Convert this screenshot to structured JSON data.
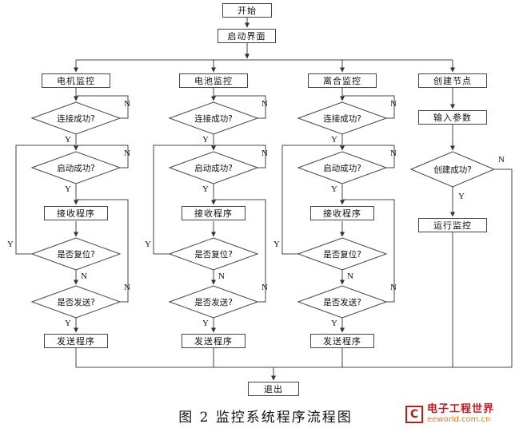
{
  "flow": {
    "start": "开始",
    "splash": "启动界面",
    "exit": "退出",
    "labels": {
      "yes": "Y",
      "no": "N"
    },
    "columns": [
      {
        "title": "电机监控",
        "connect": "连接成功?",
        "launch": "启动成功?",
        "receive": "接收程序",
        "reset": "是否复位?",
        "send_q": "是否发送?",
        "send": "发送程序"
      },
      {
        "title": "电池监控",
        "connect": "连接成功?",
        "launch": "启动成功?",
        "receive": "接收程序",
        "reset": "是否复位?",
        "send_q": "是否发送?",
        "send": "发送程序"
      },
      {
        "title": "离合监控",
        "connect": "连接成功?",
        "launch": "启动成功?",
        "receive": "接收程序",
        "reset": "是否复位?",
        "send_q": "是否发送?",
        "send": "发送程序"
      }
    ],
    "node": {
      "title": "创建节点",
      "input": "输入参数",
      "create": "创建成功?",
      "run": "运行监控"
    }
  },
  "caption": "图 2 监控系统程序流程图",
  "logo": {
    "icon": "C",
    "brand": "电子工程世界",
    "domain": "eeworld.com.cn"
  },
  "colors": {
    "line": "#444444",
    "logo_red": "#b52020",
    "logo_orange": "#e87722"
  }
}
